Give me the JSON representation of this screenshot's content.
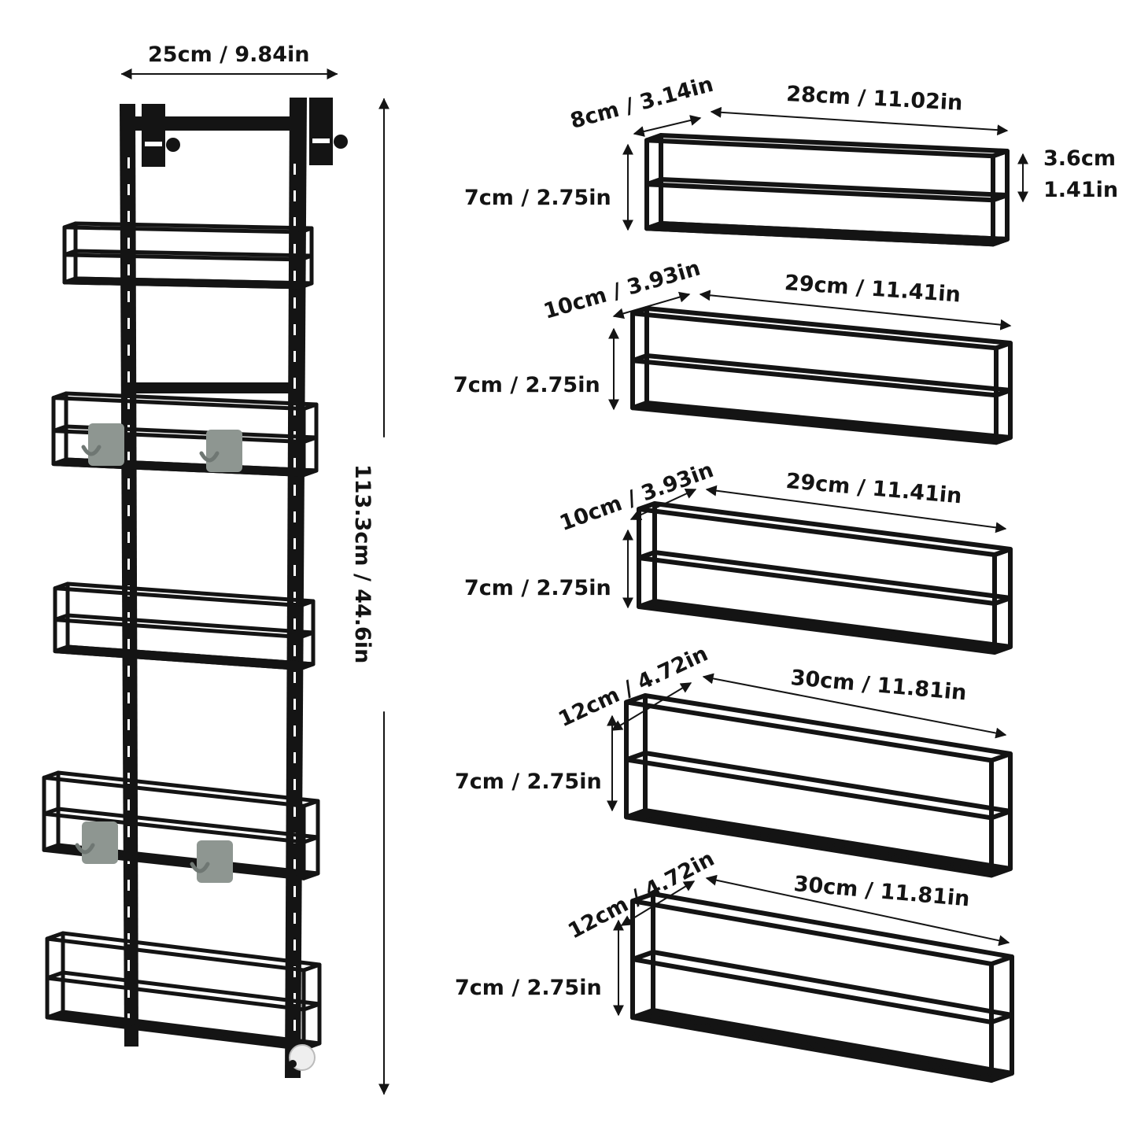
{
  "colors": {
    "metal": "#141414",
    "hook": "#8e9691",
    "hook_dark": "#6f7773",
    "background": "#ffffff"
  },
  "overall": {
    "width_label": "25cm / 9.84in",
    "height_label": "113.3cm / 44.6in"
  },
  "baskets": [
    {
      "depth_label": "8cm / 3.14in",
      "width_label": "28cm / 11.02in",
      "height_label": "7cm / 2.75in",
      "side_height_label_line1": "3.6cm",
      "side_height_label_line2": "1.41in"
    },
    {
      "depth_label": "10cm / 3.93in",
      "width_label": "29cm / 11.41in",
      "height_label": "7cm / 2.75in"
    },
    {
      "depth_label": "10cm / 3.93in",
      "width_label": "29cm / 11.41in",
      "height_label": "7cm / 2.75in"
    },
    {
      "depth_label": "12cm / 4.72in",
      "width_label": "30cm / 11.81in",
      "height_label": "7cm / 2.75in"
    },
    {
      "depth_label": "12cm / 4.72in",
      "width_label": "30cm / 11.81in",
      "height_label": "7cm / 2.75in"
    }
  ]
}
